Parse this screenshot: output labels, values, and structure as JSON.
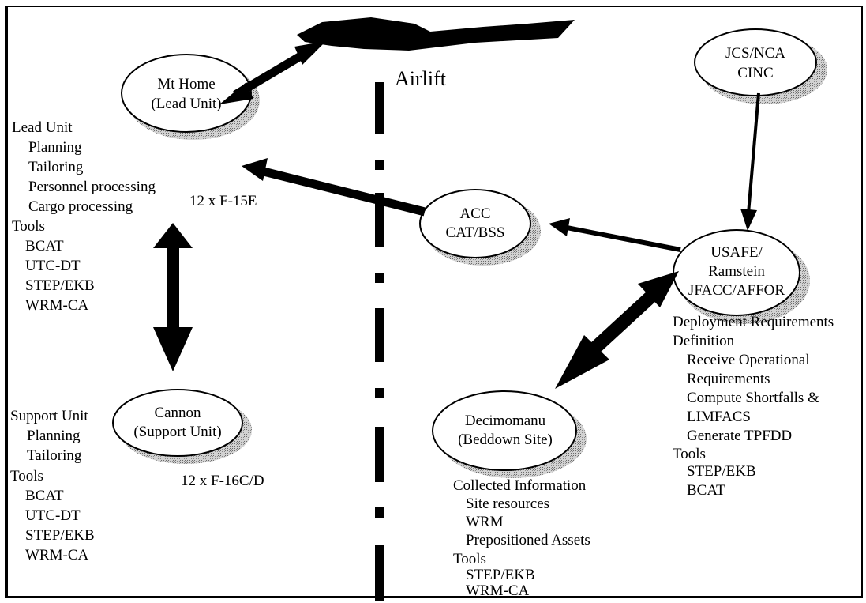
{
  "top": {
    "airlift": "Airlift"
  },
  "nodes": {
    "jcs": {
      "line1": "JCS/NCA",
      "line2": "CINC"
    },
    "mthome": {
      "line1": "Mt Home",
      "line2": "(Lead Unit)"
    },
    "acc": {
      "line1": "ACC",
      "line2": "CAT/BSS"
    },
    "usafe": {
      "line1": "USAFE/",
      "line2": "Ramstein",
      "line3": "JFACC/AFFOR"
    },
    "cannon": {
      "line1": "Cannon",
      "line2": "(Support Unit)"
    },
    "deci": {
      "line1": "Decimomanu",
      "line2": "(Beddown Site)"
    }
  },
  "lead": {
    "header": "Lead Unit",
    "items": [
      "Planning",
      "Tailoring",
      "Personnel processing",
      "Cargo processing"
    ],
    "tools_header": "Tools",
    "tools": [
      "BCAT",
      "UTC-DT",
      "STEP/EKB",
      "WRM-CA"
    ],
    "aircraft": "12 x F-15E"
  },
  "support": {
    "header": "Support Unit",
    "items": [
      "Planning",
      "Tailoring"
    ],
    "tools_header": "Tools",
    "tools": [
      "BCAT",
      "UTC-DT",
      "STEP/EKB",
      "WRM-CA"
    ],
    "aircraft": "12 x F-16C/D"
  },
  "usafe_notes": {
    "line1": "Deployment Requirements",
    "line2": "Definition",
    "items": [
      "Receive Operational",
      "Requirements",
      "Compute Shortfalls &",
      "LIMFACS",
      "Generate TPFDD"
    ],
    "tools_header": "Tools",
    "tools": [
      "STEP/EKB",
      "BCAT"
    ]
  },
  "deci_notes": {
    "header": "Collected Information",
    "items": [
      "Site resources",
      "WRM",
      "Prepositioned Assets"
    ],
    "tools_header": "Tools",
    "tools": [
      "STEP/EKB",
      "WRM-CA"
    ]
  },
  "colors": {
    "ink": "#000000",
    "shadow": "#9a9a9a",
    "background": "#ffffff"
  }
}
